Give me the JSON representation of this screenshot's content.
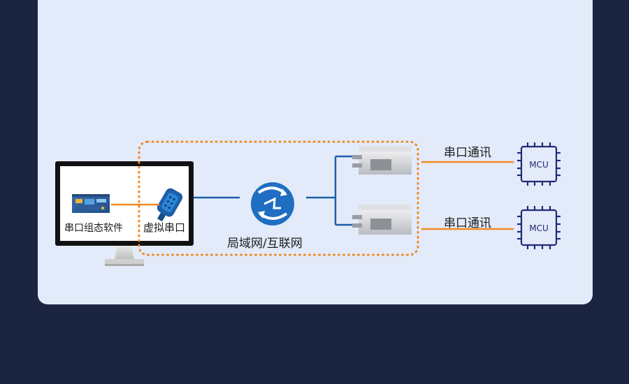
{
  "colors": {
    "background": "#1a2340",
    "panel": "#e3ebfa",
    "connector_orange": "#f08a24",
    "network_blue": "#1d5fa8",
    "chip_navy": "#1e2a78",
    "icon_blue": "#2a86d8"
  },
  "diagram": {
    "pc": {
      "software_label": "串口组态软件",
      "virtual_port_label": "虚拟串口"
    },
    "network": {
      "label": "局域网/互联网",
      "icon": "network-arrows-globe-icon"
    },
    "links": [
      {
        "label": "串口通讯",
        "chip": "MCU"
      },
      {
        "label": "串口通讯",
        "chip": "MCU"
      }
    ]
  }
}
